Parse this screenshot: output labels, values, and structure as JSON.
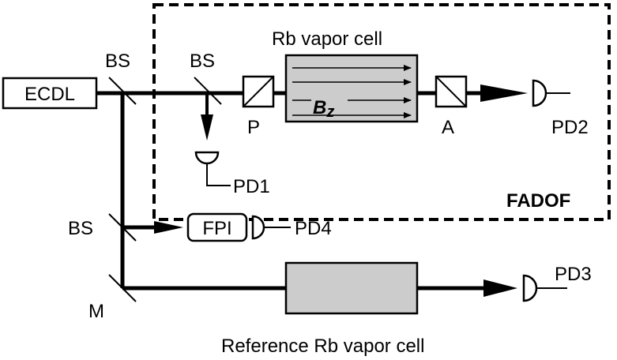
{
  "labels": {
    "ecdl": "ECDL",
    "bs1": "BS",
    "bs2": "BS",
    "bs3": "BS",
    "mirror": "M",
    "polarizer": "P",
    "analyzer": "A",
    "vapor_cell": "Rb vapor cell",
    "bz": "B",
    "bz_sub": "z",
    "fadof": "FADOF",
    "pd1": "PD1",
    "pd2": "PD2",
    "pd3": "PD3",
    "pd4": "PD4",
    "fpi": "FPI",
    "reference_cell": "Reference Rb vapor cell"
  },
  "colors": {
    "line": "#000000",
    "cell_fill": "#cccccc",
    "background": "#ffffff"
  }
}
